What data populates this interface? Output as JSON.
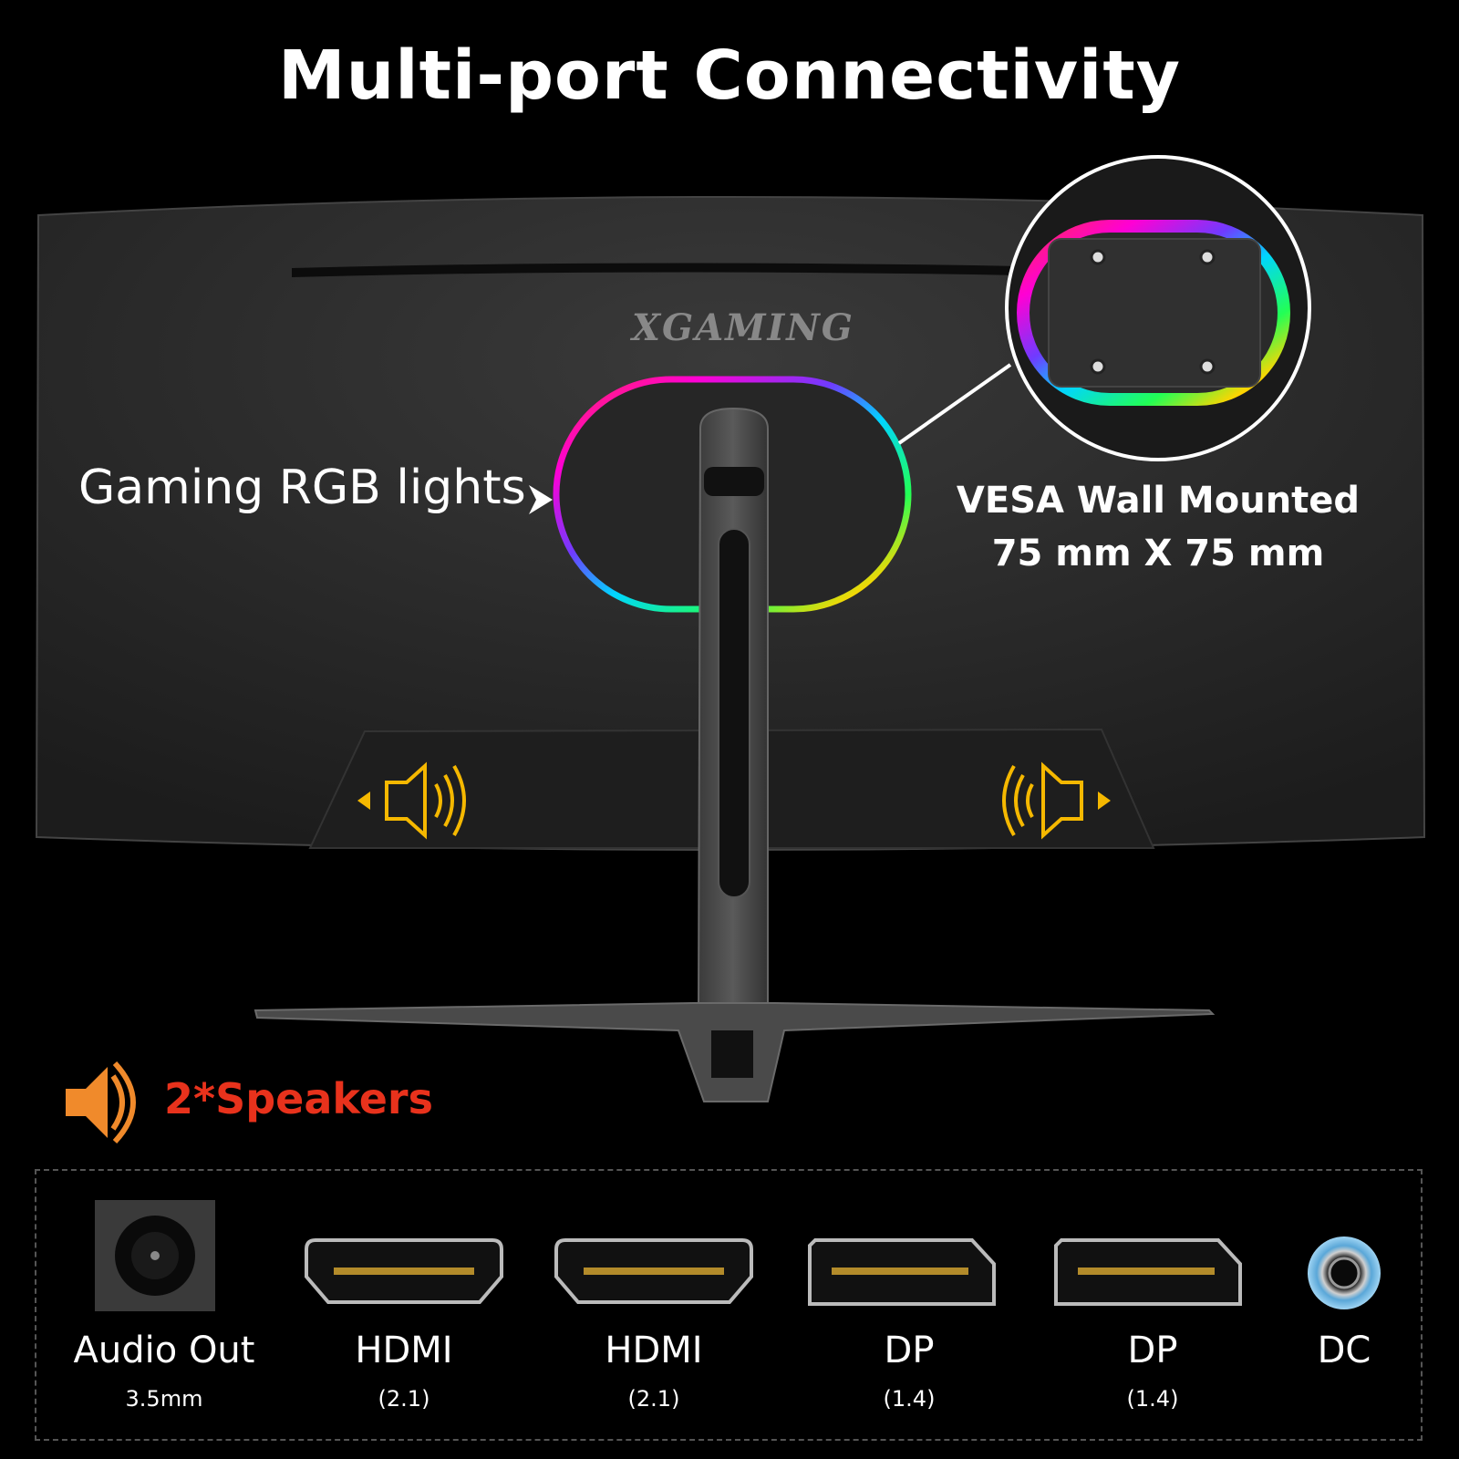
{
  "title": "Multi-port Connectivity",
  "brand_logo": "XGAMING",
  "rgb_label": "Gaming RGB lights",
  "vesa": {
    "line1": "VESA Wall Mounted",
    "line2": "75 mm X 75 mm"
  },
  "speakers_label": "2*Speakers",
  "ports": [
    {
      "name": "Audio Out",
      "sub": "3.5mm",
      "icon": "audio-jack-icon"
    },
    {
      "name": "HDMI",
      "sub": "(2.1)",
      "icon": "hdmi-port-icon"
    },
    {
      "name": "HDMI",
      "sub": "(2.1)",
      "icon": "hdmi-port-icon"
    },
    {
      "name": "DP",
      "sub": "(1.4)",
      "icon": "displayport-icon"
    },
    {
      "name": "DP",
      "sub": "(1.4)",
      "icon": "displayport-icon"
    },
    {
      "name": "DC",
      "sub": "",
      "icon": "dc-jack-icon"
    }
  ],
  "colors": {
    "background": "#000000",
    "speaker_accent": "#f5b800",
    "speakers_label": "#e8321c",
    "monitor_body": "#2a2a2a"
  }
}
